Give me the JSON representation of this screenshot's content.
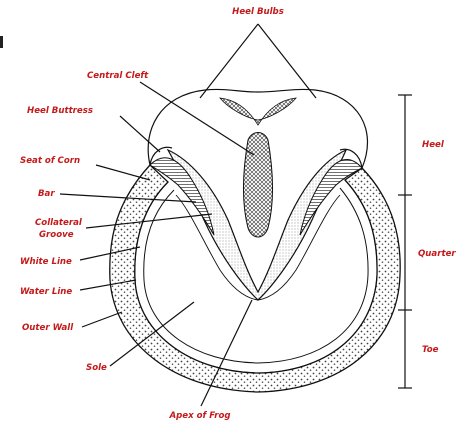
{
  "diagram": {
    "label_color": "#c41a1a",
    "labels": {
      "heel_bulbs": "Heel Bulbs",
      "central_cleft": "Central Cleft",
      "heel_buttress": "Heel Buttress",
      "seat_of_corn": "Seat of Corn",
      "bar": "Bar",
      "collateral_groove_1": "Collateral",
      "collateral_groove_2": "Groove",
      "white_line": "White Line",
      "water_line": "Water Line",
      "outer_wall": "Outer Wall",
      "sole": "Sole",
      "apex_of_frog": "Apex of Frog",
      "heel": "Heel",
      "quarter": "Quarter",
      "toe": "Toe"
    }
  }
}
